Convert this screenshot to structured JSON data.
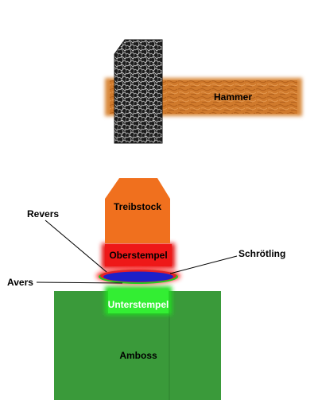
{
  "labels": {
    "hammer": "Hammer",
    "treibstock": "Treibstock",
    "oberstempel": "Oberstempel",
    "schroetling": "Schrötling",
    "revers": "Revers",
    "avers": "Avers",
    "unterstempel": "Unterstempel",
    "amboss": "Amboss"
  },
  "colors": {
    "hammer_head": "#c8782a",
    "hammer_handle": "#2b2b2b",
    "treibstock": "#f0701e",
    "oberstempel": "#e01010",
    "schroetling_blank": "#1e20c8",
    "schroetling_rim": "#f0262a",
    "unterstempel": "#22dd22",
    "amboss": "#3a9a3a",
    "leader_line": "#000000"
  },
  "icons": {
    "hammer_texture": "wood-grain-texture",
    "handle_texture": "metal-scribble-texture"
  }
}
